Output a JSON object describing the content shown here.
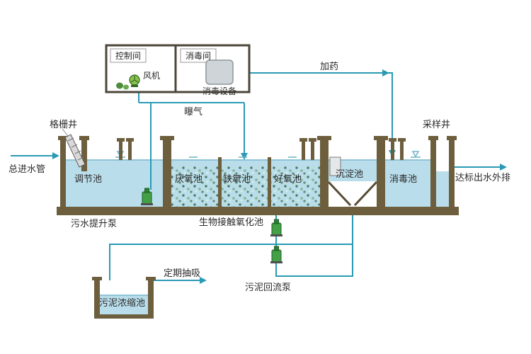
{
  "labels": {
    "control_room": "控制间",
    "disinfection_room": "消毒间",
    "fan": "风机",
    "disinfection_equipment": "消毒设备",
    "dosing": "加药",
    "aeration": "曝气",
    "grid_well": "格栅井",
    "sampling_well": "采样井",
    "main_inlet_pipe": "总进水管",
    "regulation_tank": "调节池",
    "anaerobic_tank": "厌氧池",
    "anoxic_tank": "缺氧池",
    "aerobic_tank": "好氧池",
    "sedimentation_tank": "沉淀池",
    "disinfection_tank": "消毒池",
    "discharge": "达标出水外排",
    "sewage_lift_pump": "污水提升泵",
    "bio_contact_oxidation_tank": "生物接触氧化池",
    "periodic_suction": "定期抽吸",
    "sludge_thickening_tank": "污泥浓缩池",
    "sludge_return_pump": "污泥回流泵"
  },
  "colors": {
    "pipe": "#2a9ab5",
    "tank_wall": "#6d5f3d",
    "water": "#b9ddea",
    "water_surface": "#8fc3d6",
    "pump_green": "#43a047",
    "equipment_gray": "#cfd4d8",
    "text": "#2b2b2b"
  }
}
